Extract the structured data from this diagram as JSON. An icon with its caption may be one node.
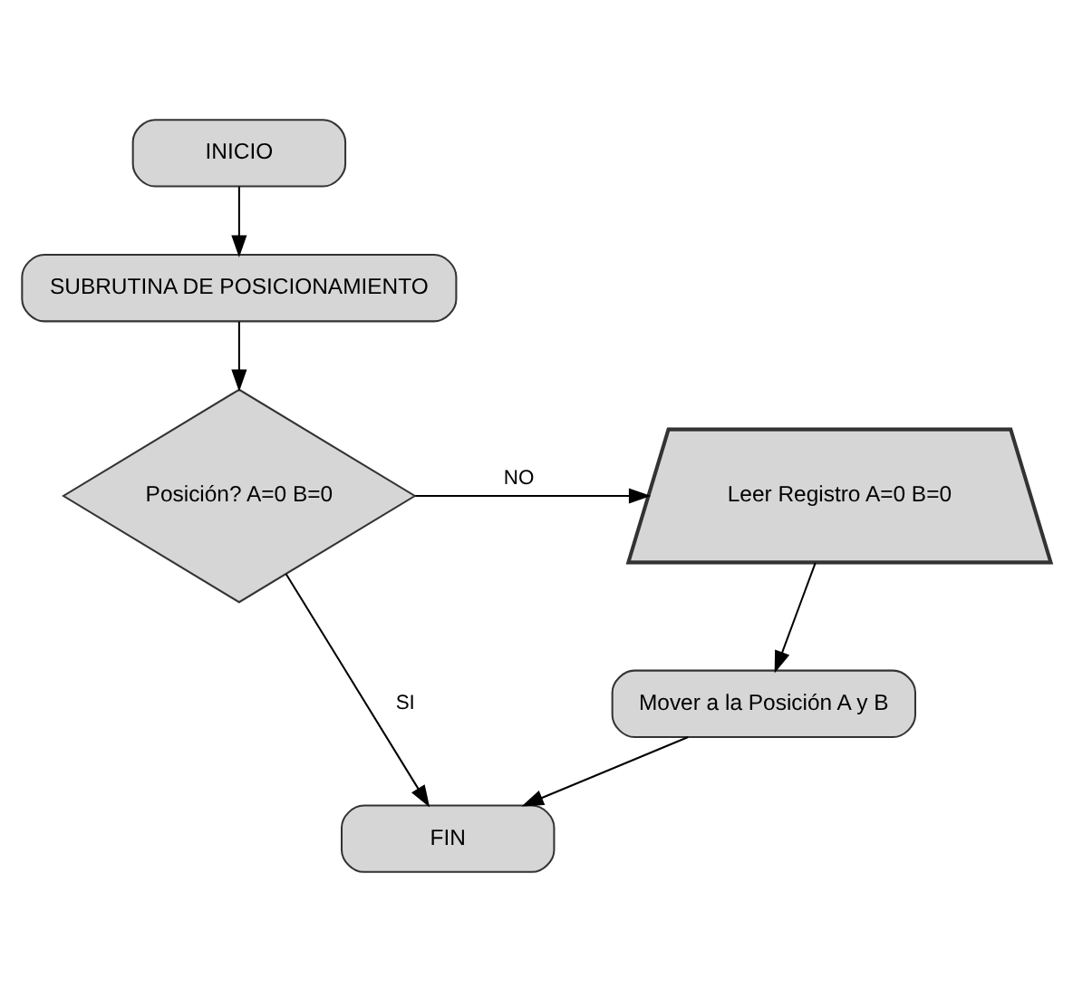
{
  "diagram": {
    "nodes": [
      {
        "text": [
          "INICIO"
        ]
      },
      {
        "text": [
          "SUBRUTINA DE POSICIONAMIENTO"
        ]
      },
      {
        "text": [
          "Posición? A=0 B=0"
        ]
      },
      {
        "text": [
          "Leer Registro A=0 B=0"
        ]
      },
      {
        "text": [
          "Mover a la Posición A y B"
        ]
      },
      {
        "text": [
          "FIN"
        ]
      }
    ],
    "edges": [
      {
        "from": 0,
        "to": 1,
        "arrow": "to"
      },
      {
        "from": 1,
        "to": 2,
        "arrow": "to"
      },
      {
        "from": 2,
        "to": 3,
        "arrow": "to",
        "label": "NO"
      },
      {
        "from": 3,
        "to": 4,
        "arrow": "to"
      },
      {
        "from": 4,
        "to": 5,
        "arrow": "to"
      },
      {
        "from": 2,
        "to": 5,
        "arrow": "to",
        "label": "SI"
      }
    ]
  }
}
